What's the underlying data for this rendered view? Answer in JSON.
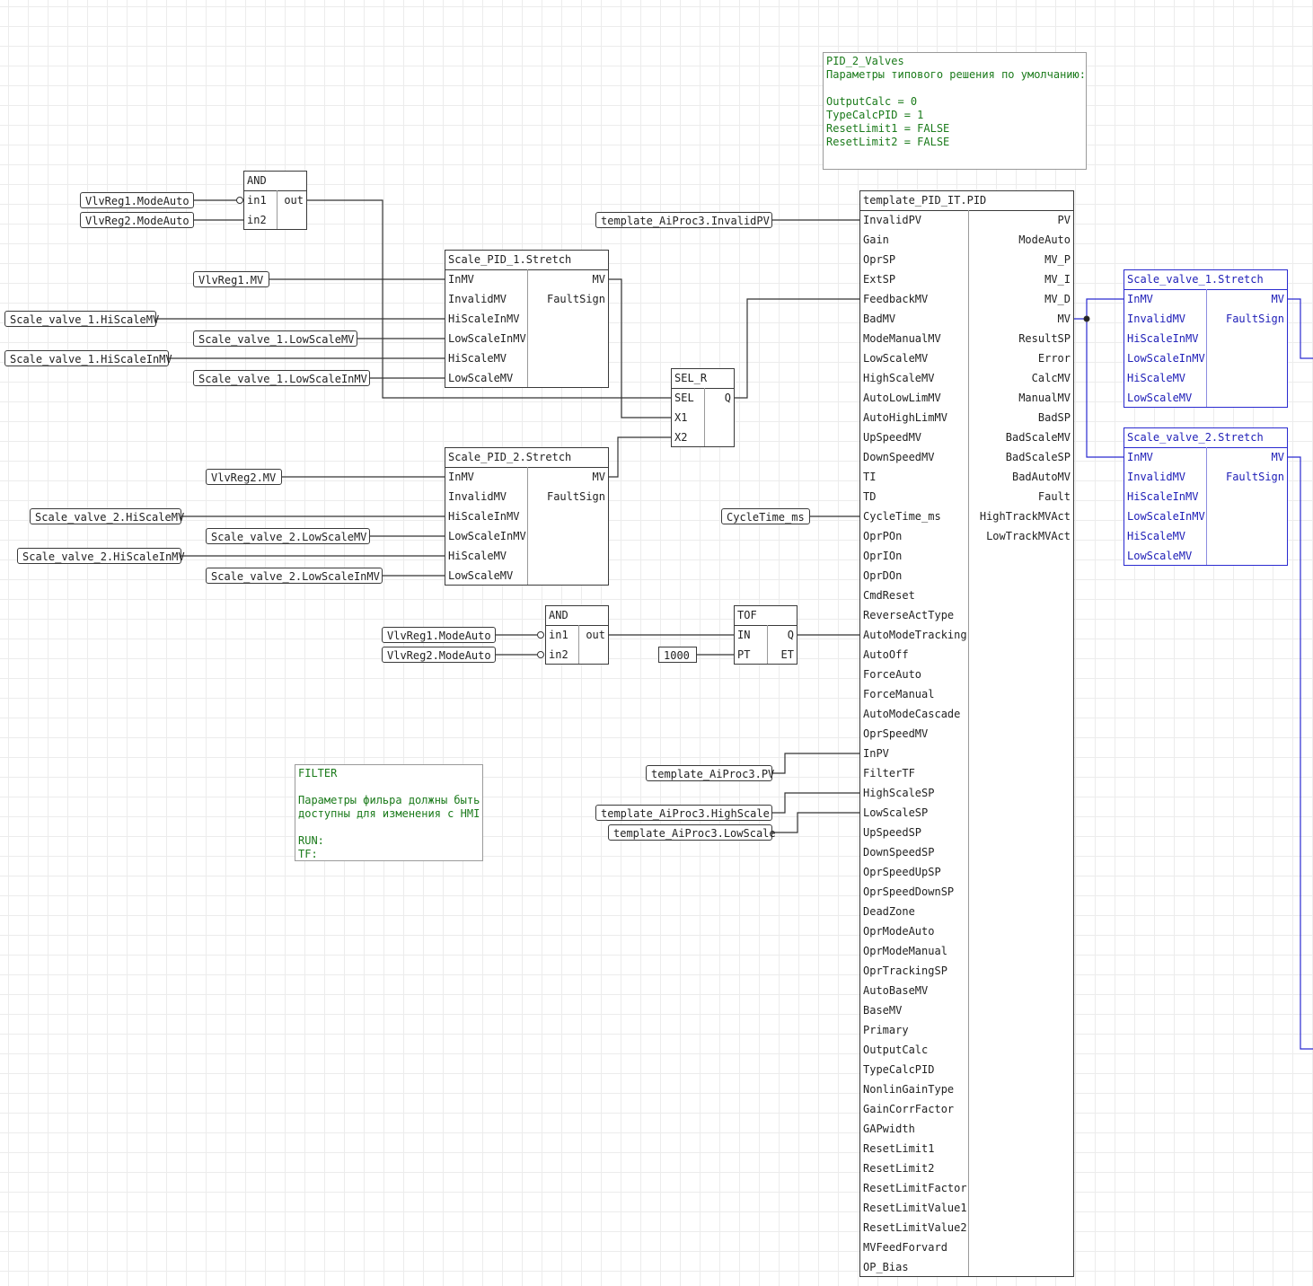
{
  "comments": {
    "pid_header": "PID_2_Valves\nПараметры типового решения по умолчанию:\n\nOutputCalc = 0\nTypeCalcPID = 1\nResetLimit1 = FALSE\nResetLimit2 = FALSE",
    "filter_note": "FILTER\n\nПараметры фильра должны быть\nдоступны для изменения с HMI\n\nRUN:\nTF:"
  },
  "blocks": {
    "and_1": {
      "title": "AND",
      "inputs": [
        "in1",
        "in2"
      ],
      "outputs": [
        "out"
      ]
    },
    "scale_pid_1": {
      "title": "Scale_PID_1.Stretch",
      "inputs": [
        "InMV",
        "InvalidMV",
        "HiScaleInMV",
        "LowScaleInMV",
        "HiScaleMV",
        "LowScaleMV"
      ],
      "outputs": [
        "MV",
        "FaultSign"
      ]
    },
    "sel_r": {
      "title": "SEL_R",
      "inputs": [
        "SEL",
        "X1",
        "X2"
      ],
      "outputs": [
        "Q"
      ]
    },
    "scale_pid_2": {
      "title": "Scale_PID_2.Stretch",
      "inputs": [
        "InMV",
        "InvalidMV",
        "HiScaleInMV",
        "LowScaleInMV",
        "HiScaleMV",
        "LowScaleMV"
      ],
      "outputs": [
        "MV",
        "FaultSign"
      ]
    },
    "and_2": {
      "title": "AND",
      "inputs": [
        "in1",
        "in2"
      ],
      "outputs": [
        "out"
      ]
    },
    "tof": {
      "title": "TOF",
      "inputs": [
        "IN",
        "PT"
      ],
      "outputs": [
        "Q",
        "ET"
      ]
    },
    "pid": {
      "title": "template_PID_IT.PID",
      "inputs": [
        "InvalidPV",
        "Gain",
        "OprSP",
        "ExtSP",
        "FeedbackMV",
        "BadMV",
        "ModeManualMV",
        "LowScaleMV",
        "HighScaleMV",
        "AutoLowLimMV",
        "AutoHighLimMV",
        "UpSpeedMV",
        "DownSpeedMV",
        "TI",
        "TD",
        "CycleTime_ms",
        "OprPOn",
        "OprIOn",
        "OprDOn",
        "CmdReset",
        "ReverseActType",
        "AutoModeTracking",
        "AutoOff",
        "ForceAuto",
        "ForceManual",
        "AutoModeCascade",
        "OprSpeedMV",
        "InPV",
        "FilterTF",
        "HighScaleSP",
        "LowScaleSP",
        "UpSpeedSP",
        "DownSpeedSP",
        "OprSpeedUpSP",
        "OprSpeedDownSP",
        "DeadZone",
        "OprModeAuto",
        "OprModeManual",
        "OprTrackingSP",
        "AutoBaseMV",
        "BaseMV",
        "Primary",
        "OutputCalc",
        "TypeCalcPID",
        "NonlinGainType",
        "GainCorrFactor",
        "GAPwidth",
        "ResetLimit1",
        "ResetLimit2",
        "ResetLimitFactor",
        "ResetLimitValue1",
        "ResetLimitValue2",
        "MVFeedForvard",
        "OP_Bias"
      ],
      "outputs": [
        "PV",
        "ModeAuto",
        "MV_P",
        "MV_I",
        "MV_D",
        "MV",
        "ResultSP",
        "Error",
        "CalcMV",
        "ManualMV",
        "BadSP",
        "BadScaleMV",
        "BadScaleSP",
        "BadAutoMV",
        "Fault",
        "HighTrackMVAct",
        "LowTrackMVAct"
      ]
    },
    "scale_valve_1": {
      "title": "Scale_valve_1.Stretch",
      "inputs": [
        "InMV",
        "InvalidMV",
        "HiScaleInMV",
        "LowScaleInMV",
        "HiScaleMV",
        "LowScaleMV"
      ],
      "outputs": [
        "MV",
        "FaultSign"
      ]
    },
    "scale_valve_2": {
      "title": "Scale_valve_2.Stretch",
      "inputs": [
        "InMV",
        "InvalidMV",
        "HiScaleInMV",
        "LowScaleInMV",
        "HiScaleMV",
        "LowScaleMV"
      ],
      "outputs": [
        "MV",
        "FaultSign"
      ]
    }
  },
  "variables": {
    "v1": "VlvReg1.ModeAuto",
    "v2": "VlvReg2.ModeAuto",
    "v3": "VlvReg1.MV",
    "v4": "Scale_valve_1.HiScaleMV",
    "v5": "Scale_valve_1.LowScaleMV",
    "v6": "Scale_valve_1.HiScaleInMV",
    "v7": "Scale_valve_1.LowScaleInMV",
    "v8": "VlvReg2.MV",
    "v9": "Scale_valve_2.HiScaleMV",
    "v10": "Scale_valve_2.LowScaleMV",
    "v11": "Scale_valve_2.HiScaleInMV",
    "v12": "Scale_valve_2.LowScaleInMV",
    "v13": "VlvReg1.ModeAuto",
    "v14": "VlvReg2.ModeAuto",
    "v15": "1000",
    "v16": "template_AiProc3.InvalidPV",
    "v17": "CycleTime_ms",
    "v18": "template_AiProc3.PV",
    "v19": "template_AiProc3.HighScale",
    "v20": "template_AiProc3.LowScale"
  }
}
